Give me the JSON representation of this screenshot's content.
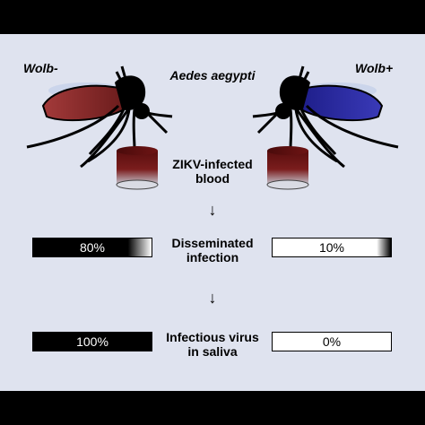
{
  "labels": {
    "wolb_minus": "Wolb-",
    "wolb_plus": "Wolb+",
    "species": "Aedes aegypti",
    "blood_line1": "ZIKV-infected",
    "blood_line2": "blood",
    "disseminated_line1": "Disseminated",
    "disseminated_line2": "infection",
    "saliva_line1": "Infectious virus",
    "saliva_line2": "in saliva"
  },
  "bars": {
    "disseminated": {
      "wolb_minus": "80%",
      "wolb_plus": "10%",
      "wolb_minus_fraction": 0.8,
      "wolb_plus_fraction": 0.1
    },
    "saliva": {
      "wolb_minus": "100%",
      "wolb_plus": "0%",
      "wolb_minus_fraction": 1.0,
      "wolb_plus_fraction": 0.0
    }
  },
  "colors": {
    "panel": "#dfe3ef",
    "wolb_minus_abdomen": "#8b2a2a",
    "wolb_plus_abdomen": "#2a2a9e",
    "blood": "#6e1414",
    "insect": "#000000"
  },
  "icons": {
    "arrow": "↓"
  }
}
